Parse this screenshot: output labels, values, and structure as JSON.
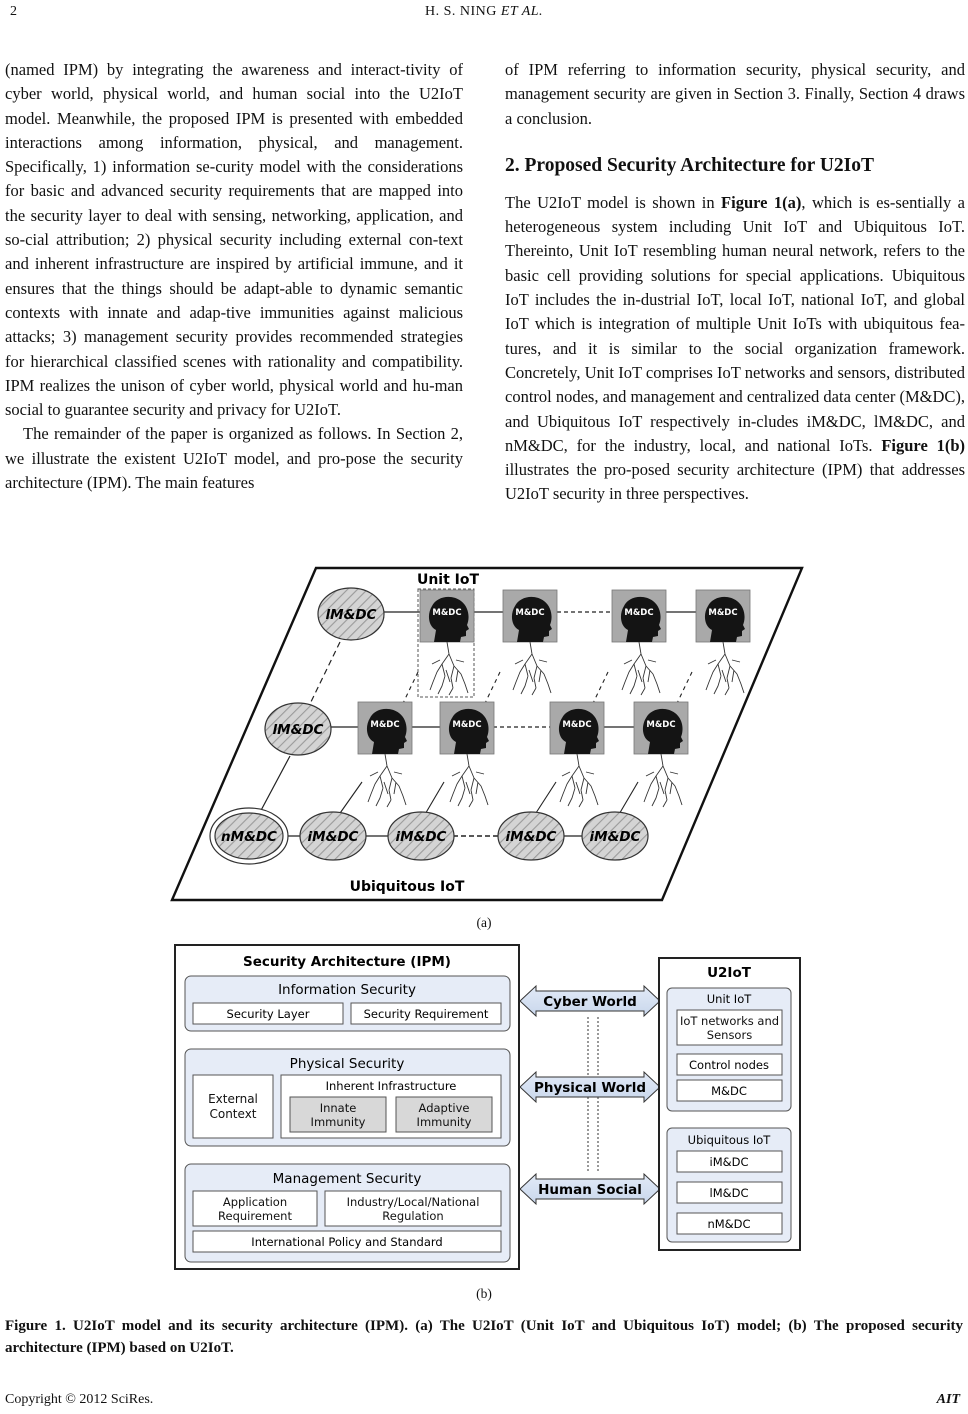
{
  "header": {
    "page_number": "2",
    "authors_prefix": "H. S. NING ",
    "authors_italic": "ET AL."
  },
  "left_column": {
    "p1": "(named IPM) by integrating the awareness and interact-tivity of cyber world, physical world, and human social into the U2IoT model. Meanwhile, the proposed IPM is presented with embedded interactions among information, physical, and management. Specifically, 1) information se-curity model with the considerations for basic and advanced security requirements that are mapped into the security layer to deal with sensing, networking, application, and so-cial attribution; 2) physical security including external con-text and inherent infrastructure are inspired by artificial immune, and it ensures that the things should be adapt-able to dynamic semantic contexts with innate and adap-tive immunities against malicious attacks; 3) management security provides recommended strategies for hierarchical classified scenes with rationality and compatibility. IPM realizes the unison of cyber world, physical world and hu-man social to guarantee security and privacy for U2IoT.",
    "p2": "The remainder of the paper is organized as follows. In Section 2, we illustrate the existent U2IoT model, and pro-pose the security architecture (IPM). The main features"
  },
  "right_column": {
    "p1": "of IPM referring to information security, physical security, and management security are given in Section 3. Finally, Section 4 draws a conclusion.",
    "heading": "2. Proposed Security Architecture for U2IoT",
    "p2_a": "The U2IoT model is shown in ",
    "p2_ref1": "Figure 1(a)",
    "p2_b": ", which is es-sentially a heterogeneous system including Unit IoT and Ubiquitous IoT. Thereinto, Unit IoT resembling human neural network, refers to the basic cell providing solutions for special applications. Ubiquitous IoT includes the in-dustrial IoT, local IoT, national IoT, and global IoT which is integration of multiple Unit IoTs with ubiquitous fea-tures, and it is similar to the social organization framework. Concretely, Unit IoT comprises IoT networks and sensors, distributed control nodes, and management and centralized data center (M&DC), and Ubiquitous IoT respectively in-cludes iM&DC, lM&DC, and nM&DC, for the industry, local, and national IoTs. ",
    "p2_ref2": "Figure 1(b)",
    "p2_c": " illustrates the pro-posed security architecture (IPM) that addresses U2IoT security in three perspectives."
  },
  "figure1a": {
    "unit_iot_label": "Unit IoT",
    "ubiquitous_iot_label": "Ubiquitous IoT",
    "ellipse_lm_top": "lM&DC",
    "ellipse_lm_mid": "lM&DC",
    "ellipse_nm": "nM&DC",
    "ellipse_im": [
      "iM&DC",
      "iM&DC",
      "iM&DC",
      "iM&DC"
    ],
    "head_label": "M&DC",
    "subcaption": "(a)"
  },
  "figure1b": {
    "ipm_title": "Security Architecture (IPM)",
    "info_title": "Information Security",
    "info_items": [
      "Security Layer",
      "Security Requirement"
    ],
    "phys_title": "Physical Security",
    "external_context": "External Context",
    "inherent_infrastructure": "Inherent Infrastructure",
    "innate_immunity": "Innate Immunity",
    "adaptive_immunity": "Adaptive Immunity",
    "mgmt_title": "Management Security",
    "application_requirement": "Application Requirement",
    "regulation": "Industry/Local/National Regulation",
    "international_policy": "International Policy and Standard",
    "worlds": [
      "Cyber World",
      "Physical World",
      "Human Social"
    ],
    "u2iot_title": "U2IoT",
    "unit_iot_title": "Unit IoT",
    "unit_items": [
      "IoT networks and Sensors",
      "Control nodes",
      "M&DC"
    ],
    "ubiquitous_title": "Ubiquitous IoT",
    "ubiquitous_items": [
      "iM&DC",
      "lM&DC",
      "nM&DC"
    ],
    "subcaption": "(b)"
  },
  "figure_caption": "Figure 1. U2IoT model and its security architecture (IPM). (a) The U2IoT (Unit IoT and Ubiquitous IoT) model; (b) The proposed security architecture (IPM) based on U2IoT.",
  "footer": {
    "copyright": "Copyright © 2012 SciRes.",
    "journal": "AIT"
  }
}
